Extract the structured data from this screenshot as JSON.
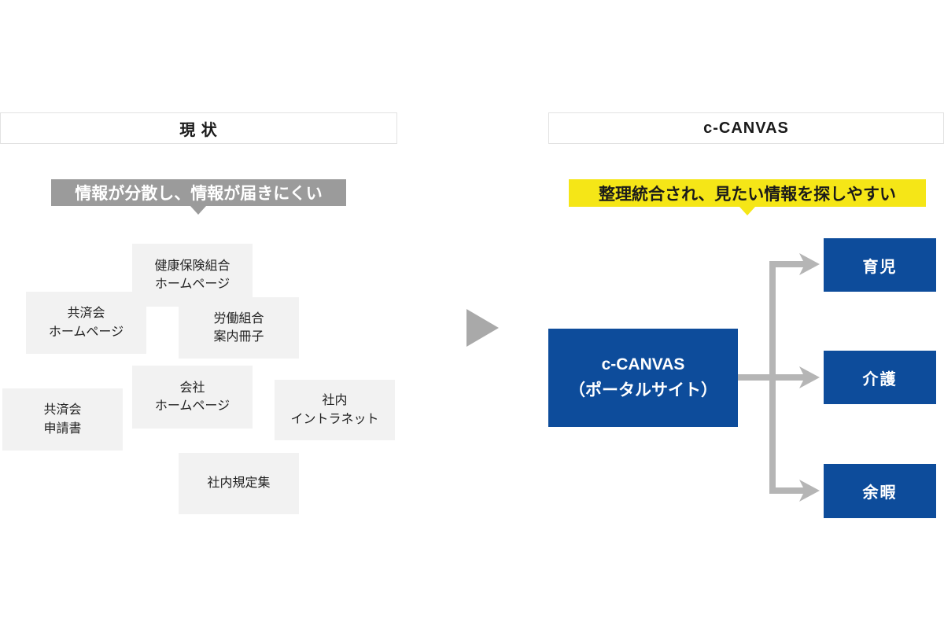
{
  "left": {
    "title": "現 状",
    "banner": "情報が分散し、情報が届きにくい",
    "boxes": [
      {
        "text": "健康保険組合\nホームページ"
      },
      {
        "text": "共済会\nホームページ"
      },
      {
        "text": "労働組合\n案内冊子"
      },
      {
        "text": "会社\nホームページ"
      },
      {
        "text": "社内\nイントラネット"
      },
      {
        "text": "共済会\n申請書"
      },
      {
        "text": "社内規定集"
      }
    ]
  },
  "right": {
    "title": "c-CANVAS",
    "banner": "整理統合され、見たい情報を探しやすい",
    "portal": "c-CANVAS\n（ポータルサイト）",
    "categories": [
      {
        "label": "育児"
      },
      {
        "label": "介護"
      },
      {
        "label": "余暇"
      }
    ]
  },
  "colors": {
    "primary_blue": "#0d4c9b",
    "highlight_yellow": "#f5e617",
    "banner_gray": "#9b9b9b",
    "source_box_gray": "#f2f2f2",
    "arrow_gray": "#b5b5b5",
    "transition_arrow_gray": "#a9a9a9"
  }
}
